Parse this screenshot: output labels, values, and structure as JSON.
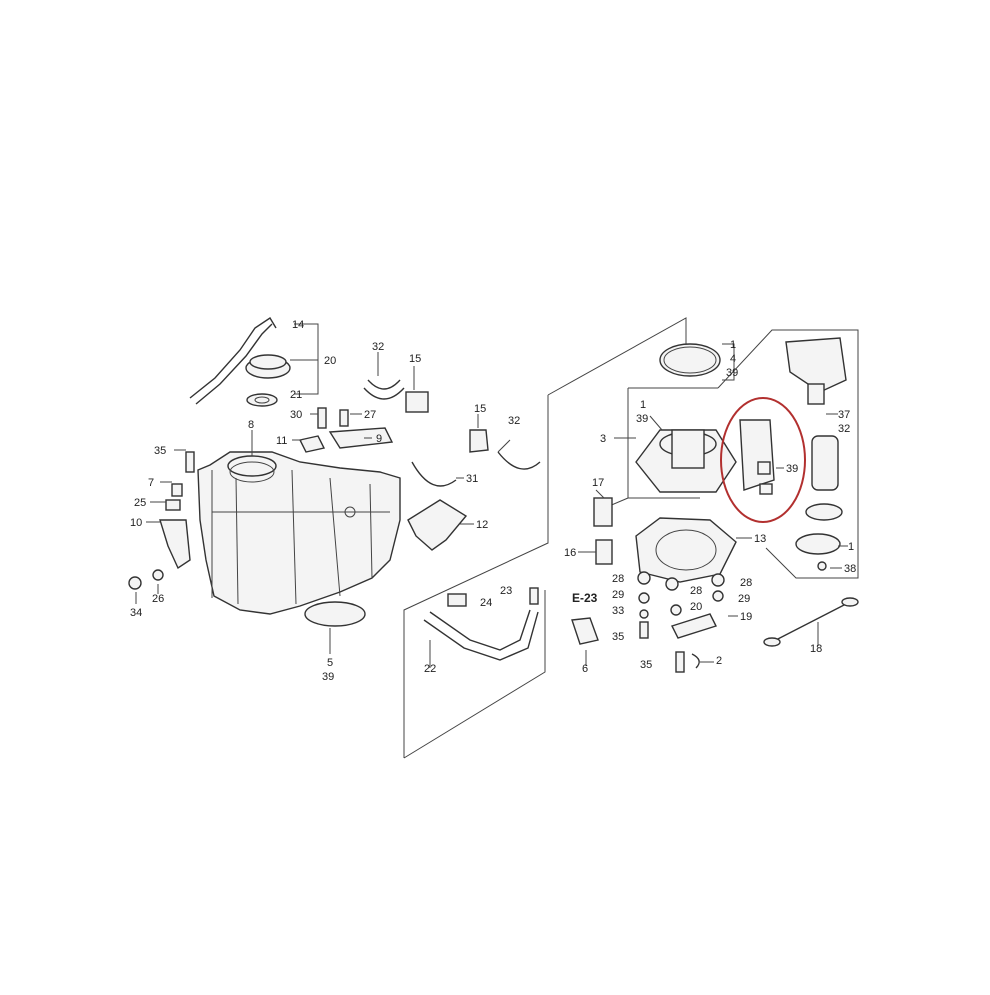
{
  "diagram": {
    "labels": {
      "l14": "14",
      "l20": "20",
      "l21": "21",
      "l32a": "32",
      "l15a": "15",
      "l30": "30",
      "l27": "27",
      "l11": "11",
      "l9": "9",
      "l8": "8",
      "l35a": "35",
      "l7": "7",
      "l25": "25",
      "l10": "10",
      "l26": "26",
      "l34": "34",
      "l5": "5",
      "l39a": "39",
      "l15b": "15",
      "l32b": "32",
      "l31": "31",
      "l12": "12",
      "l1a": "1",
      "l4": "4",
      "l39b": "39",
      "l1b": "1",
      "l39c": "39",
      "l3": "3",
      "l39d": "39",
      "l37": "37",
      "l32c": "32",
      "l1c": "1",
      "l38": "38",
      "l17": "17",
      "l16": "16",
      "l13": "13",
      "l28a": "28",
      "l28b": "28",
      "l28c": "28",
      "l29a": "29",
      "l29b": "29",
      "l20b": "20",
      "l33": "33",
      "l19": "19",
      "l35b": "35",
      "l35c": "35",
      "l2": "2",
      "l18": "18",
      "l22": "22",
      "l23": "23",
      "l24": "24",
      "l6": "6",
      "ref": "E-23"
    }
  }
}
